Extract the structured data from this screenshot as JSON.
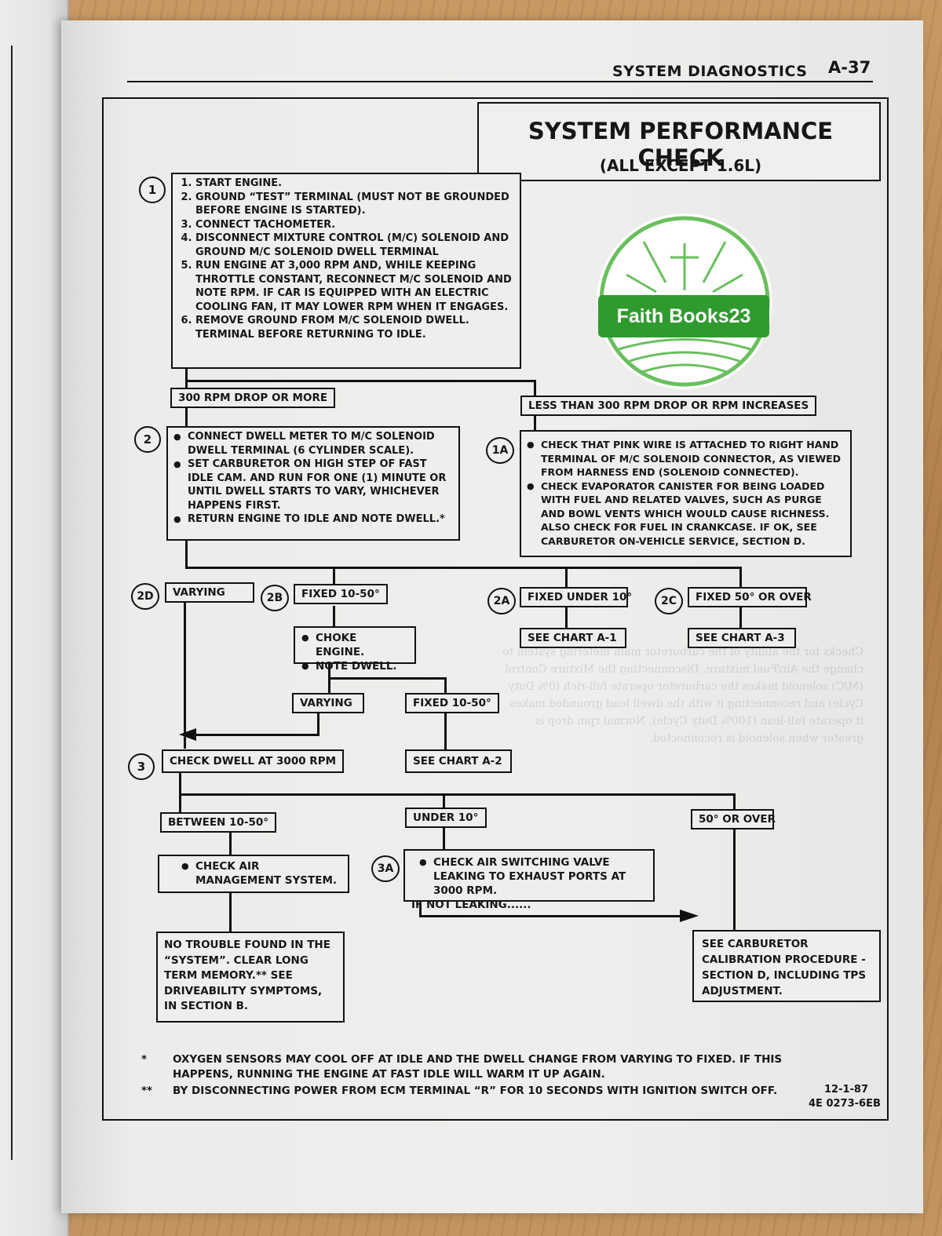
{
  "header": {
    "section": "SYSTEM DIAGNOSTICS",
    "page": "A-37"
  },
  "title": {
    "main": "SYSTEM PERFORMANCE CHECK",
    "sub": "(ALL EXCEPT 1.6L)"
  },
  "watermark": {
    "text": "Faith Books23",
    "brand_color": "#2f9b2f"
  },
  "step1": {
    "num": "1",
    "items": [
      "START ENGINE.",
      "GROUND “TEST” TERMINAL (MUST NOT BE GROUNDED BEFORE ENGINE IS STARTED).",
      "CONNECT TACHOMETER.",
      "DISCONNECT MIXTURE CONTROL (M/C) SOLENOID AND GROUND M/C SOLENOID DWELL TERMINAL",
      "RUN ENGINE AT 3,000 RPM AND, WHILE KEEPING THROTTLE CONSTANT, RECONNECT M/C SOLENOID AND NOTE RPM. IF CAR IS EQUIPPED WITH AN ELECTRIC COOLING FAN, IT MAY LOWER RPM WHEN IT ENGAGES.",
      "REMOVE GROUND FROM M/C SOLENOID DWELL. TERMINAL BEFORE RETURNING TO IDLE."
    ]
  },
  "branch1": {
    "left": "300 RPM DROP OR MORE",
    "right": "LESS THAN 300 RPM DROP OR RPM INCREASES"
  },
  "step2": {
    "num": "2",
    "items": [
      "CONNECT DWELL METER TO M/C SOLENOID DWELL TERMINAL (6 CYLINDER SCALE).",
      "SET CARBURETOR ON HIGH STEP OF FAST IDLE CAM. AND RUN FOR ONE (1) MINUTE OR UNTIL DWELL STARTS TO VARY, WHICHEVER HAPPENS FIRST.",
      "RETURN ENGINE TO IDLE AND NOTE DWELL.*"
    ]
  },
  "step1a": {
    "num": "1A",
    "items": [
      "CHECK THAT PINK WIRE IS ATTACHED TO RIGHT HAND TERMINAL OF M/C SOLENOID CONNECTOR, AS VIEWED FROM HARNESS END (SOLENOID CONNECTED).",
      "CHECK EVAPORATOR CANISTER FOR BEING LOADED WITH FUEL AND RELATED VALVES, SUCH AS PURGE AND BOWL VENTS WHICH WOULD CAUSE RICHNESS. ALSO CHECK FOR FUEL IN CRANKCASE. IF OK, SEE CARBURETOR ON-VEHICLE SERVICE, SECTION D."
    ]
  },
  "branch2": [
    {
      "num": "2D",
      "label": "VARYING"
    },
    {
      "num": "2B",
      "label": "FIXED 10-50°"
    },
    {
      "num": "2A",
      "label": "FIXED UNDER 10°",
      "see": "SEE CHART A-1"
    },
    {
      "num": "2C",
      "label": "FIXED 50° OR OVER",
      "see": "SEE CHART A-3"
    }
  ],
  "choke": {
    "items": [
      "CHOKE ENGINE.",
      "NOTE DWELL."
    ],
    "varying": "VARYING",
    "fixed": "FIXED 10-50°",
    "see": "SEE CHART A-2"
  },
  "step3": {
    "num": "3",
    "label": "CHECK DWELL AT 3000 RPM"
  },
  "branch3": {
    "between": "BETWEEN 10-50°",
    "under": "UNDER 10°",
    "over": "50° OR OVER"
  },
  "air_mgmt": "CHECK AIR MANAGEMENT SYSTEM.",
  "step3a": {
    "num": "3A",
    "text": "CHECK AIR SWITCHING VALVE LEAKING TO EXHAUST PORTS AT 3000 RPM.",
    "note": "IF NOT LEAKING......"
  },
  "no_trouble": "NO TROUBLE FOUND IN THE “SYSTEM”. CLEAR LONG TERM MEMORY.** SEE DRIVEABILITY SYMPTOMS, IN SECTION B.",
  "carb_cal": "SEE CARBURETOR CALIBRATION PROCEDURE - SECTION D, INCLUDING TPS ADJUSTMENT.",
  "footnotes": [
    {
      "mark": "*",
      "text": "OXYGEN SENSORS MAY COOL OFF AT IDLE AND THE DWELL CHANGE FROM VARYING TO FIXED. IF THIS HAPPENS, RUNNING THE ENGINE AT FAST IDLE WILL WARM IT UP AGAIN."
    },
    {
      "mark": "**",
      "text": "BY DISCONNECTING POWER FROM ECM TERMINAL “R” FOR 10 SECONDS WITH IGNITION SWITCH OFF."
    }
  ],
  "doc_code": {
    "date": "12-1-87",
    "id": "4E 0273-6EB"
  }
}
